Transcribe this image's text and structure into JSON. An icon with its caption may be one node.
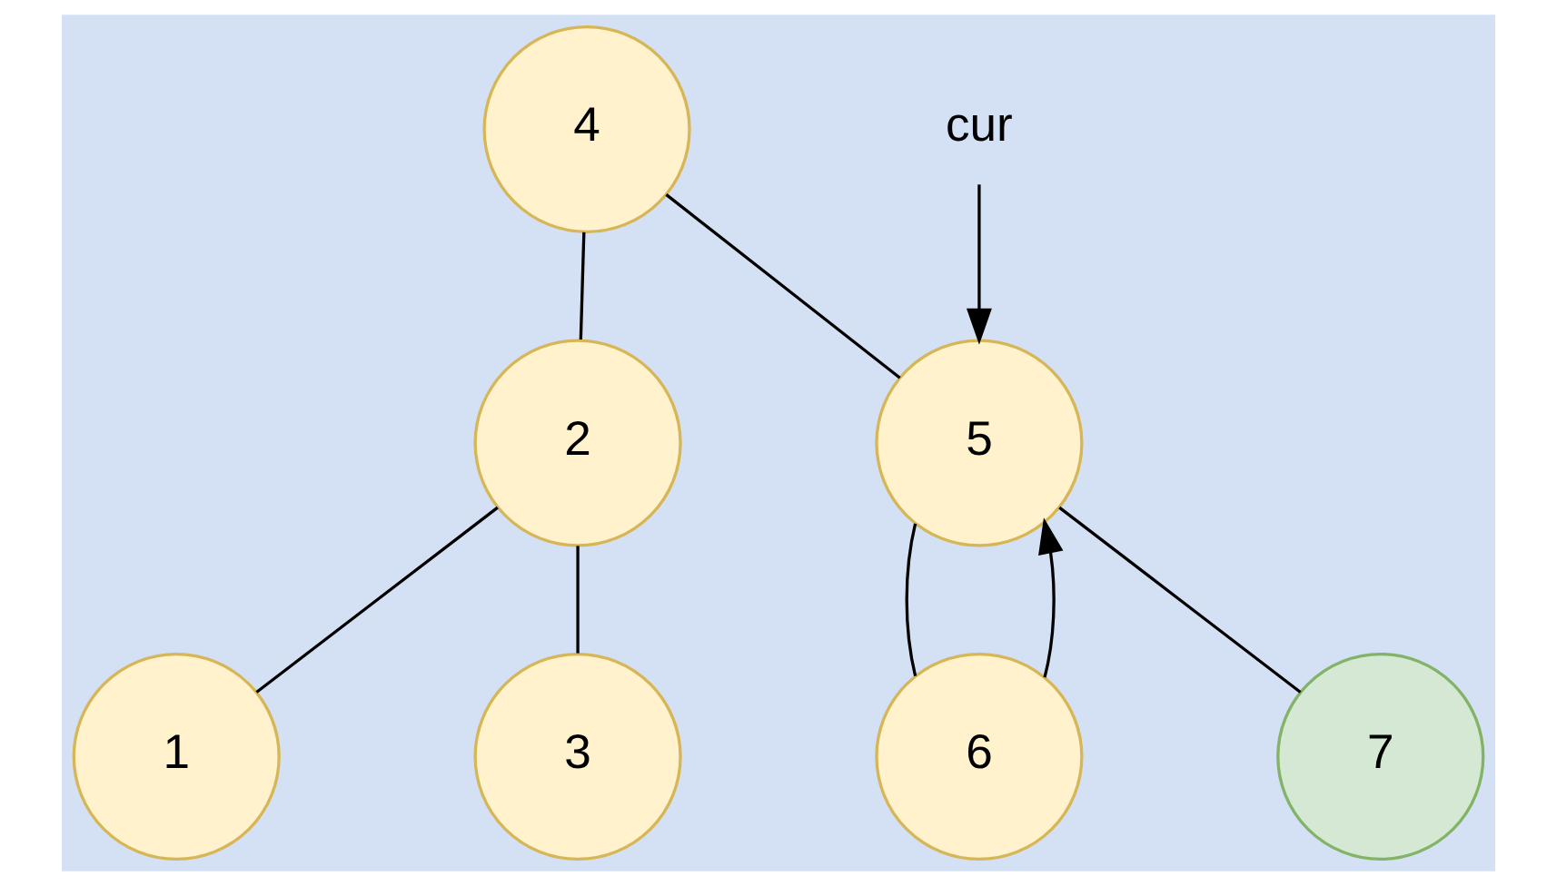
{
  "diagram": {
    "nodes": [
      {
        "text": [
          "4"
        ]
      },
      {
        "text": [
          "2"
        ]
      },
      {
        "text": [
          "5"
        ]
      },
      {
        "text": [
          "1"
        ]
      },
      {
        "text": [
          "3"
        ]
      },
      {
        "text": [
          "6"
        ]
      },
      {
        "text": [
          "7"
        ]
      },
      {
        "text": [
          "cur"
        ]
      }
    ],
    "edges": [
      {
        "from": 0,
        "to": 1,
        "arrow": "none"
      },
      {
        "from": 0,
        "to": 2,
        "arrow": "none"
      },
      {
        "from": 1,
        "to": 3,
        "arrow": "none"
      },
      {
        "from": 1,
        "to": 4,
        "arrow": "none"
      },
      {
        "from": 2,
        "to": 5,
        "arrow": "none"
      },
      {
        "from": 2,
        "to": 6,
        "arrow": "none"
      },
      {
        "from": 5,
        "to": 2,
        "arrow": "to"
      },
      {
        "from": 7,
        "to": 2,
        "arrow": "to"
      }
    ]
  }
}
